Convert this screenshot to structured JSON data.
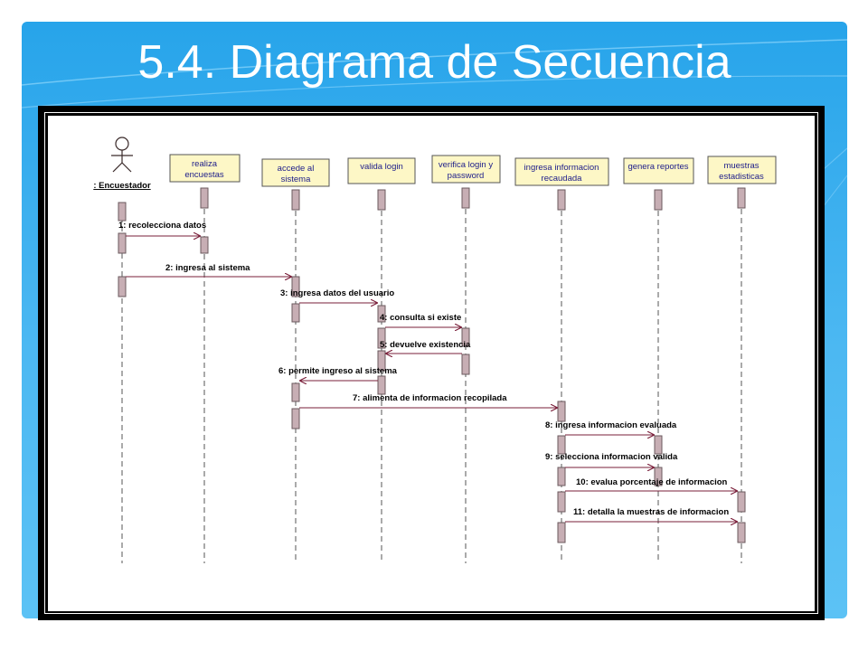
{
  "slide": {
    "title": "5.4. Diagrama de Secuencia"
  },
  "diagram": {
    "actor": {
      "name": ": Encuestador"
    },
    "lifelines": [
      {
        "id": "realiza",
        "line1": "realiza",
        "line2": "encuestas"
      },
      {
        "id": "accede",
        "line1": "accede al",
        "line2": "sistema"
      },
      {
        "id": "valida",
        "line1": "valida login",
        "line2": ""
      },
      {
        "id": "verifica",
        "line1": "verifica login y",
        "line2": "password"
      },
      {
        "id": "ingresa",
        "line1": "ingresa informacion",
        "line2": "recaudada"
      },
      {
        "id": "genera",
        "line1": "genera reportes",
        "line2": ""
      },
      {
        "id": "muestras",
        "line1": "muestras",
        "line2": "estadisticas"
      }
    ],
    "messages": [
      {
        "text": "1: recolecciona datos"
      },
      {
        "text": "2: ingresa al sistema"
      },
      {
        "text": "3: ingresa datos del usuario"
      },
      {
        "text": "4: consulta si existe"
      },
      {
        "text": "5: devuelve existencia"
      },
      {
        "text": "6: permite ingreso al sistema"
      },
      {
        "text": "7: alimenta de informacion recopilada"
      },
      {
        "text": "8: ingresa informacion evaluada"
      },
      {
        "text": "9: selecciona informacion valida"
      },
      {
        "text": "10: evalua porcentaje de informacion"
      },
      {
        "text": "11: detalla la muestras de informacion"
      }
    ],
    "colors": {
      "lifeline_box_fill": "#fdf7c6",
      "activation_fill": "#c7aeb4",
      "message_line": "#7a1f3a",
      "object_text": "#1d1d8a"
    }
  }
}
